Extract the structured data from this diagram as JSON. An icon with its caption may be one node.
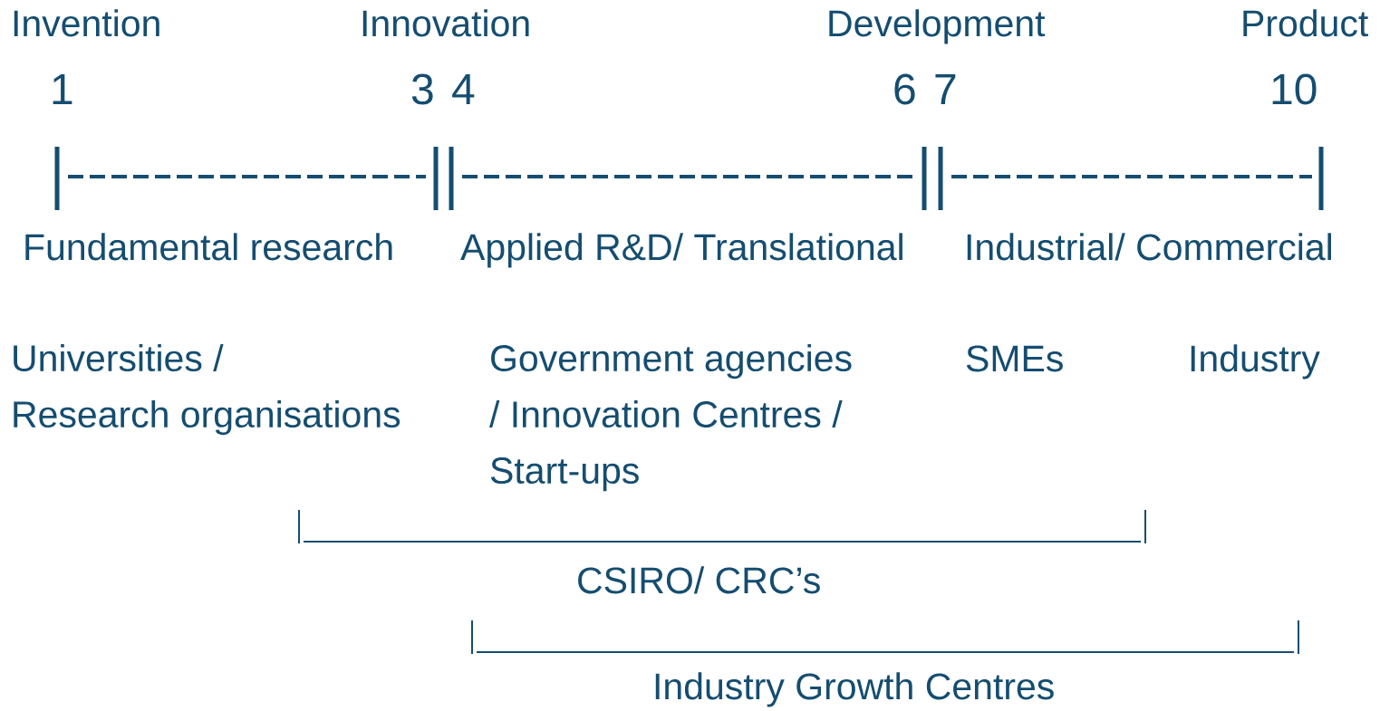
{
  "diagram": {
    "labels": [
      "Invention",
      "Innovation",
      "Development",
      "Product",
      "1",
      "3",
      "4",
      "6",
      "7",
      "10",
      "Fundamental research",
      "Applied R&D/ Translational",
      "Industrial/ Commercial",
      "Universities / Research organisations",
      "Government agencies / Innovation Centres / Start-ups",
      "SMEs",
      "Industry",
      "CSIRO/ CRC’s",
      "Industry Growth Centres"
    ]
  }
}
